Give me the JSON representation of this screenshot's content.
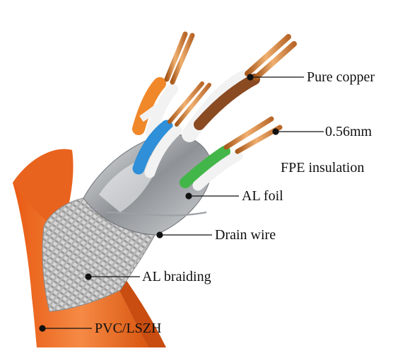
{
  "diagram": {
    "labels": {
      "pure_copper": "Pure copper",
      "diameter": "0.56mm",
      "fpe_insulation": "FPE insulation",
      "al_foil": "AL foil",
      "drain_wire": "Drain wire",
      "al_braiding": "AL braiding",
      "jacket": "PVC/LSZH"
    },
    "colors": {
      "jacket": "#f26b1f",
      "jacket_dark": "#c94d10",
      "braid": "#c8c8c8",
      "foil": "#a9adb2",
      "copper": "#d98a3a",
      "orange_pair": "#f0882a",
      "blue_pair": "#2f8fd8",
      "brown_pair": "#8a4a22",
      "green_pair": "#43b649",
      "leader": "#111111"
    }
  }
}
